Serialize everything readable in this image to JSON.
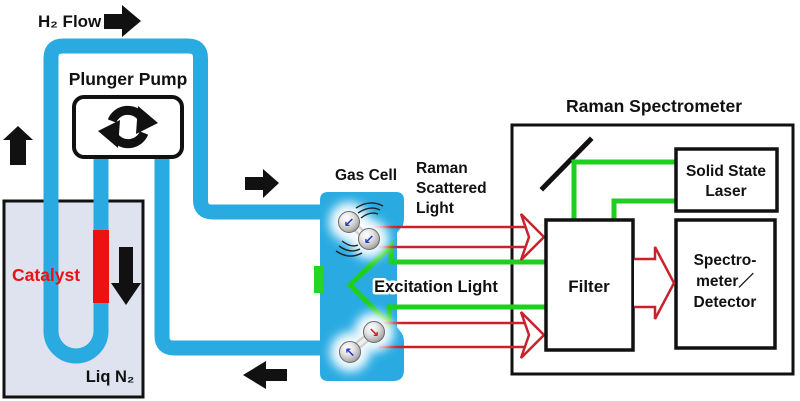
{
  "flow_loop": {
    "h2_flow_label": "H₂ Flow",
    "plunger_pump_label": "Plunger Pump",
    "catalyst_label": "Catalyst",
    "liq_n2_label": "Liq N₂"
  },
  "gas_cell": {
    "label": "Gas Cell",
    "raman_scattered_light_label": [
      "Raman",
      "Scattered",
      "Light"
    ],
    "excitation_light_label": "Excitation Light",
    "molecule_arrows": {
      "top": [
        "↙",
        "↙"
      ],
      "bottom": [
        "↘",
        "↖"
      ]
    }
  },
  "spectrometer": {
    "title": "Raman Spectrometer",
    "laser_label": [
      "Solid State",
      "Laser"
    ],
    "filter_label": "Filter",
    "detector_label": [
      "Spectro-",
      "meter／",
      "Detector"
    ]
  },
  "colors": {
    "tube_blue": "#29ABE2",
    "beam_green": "#1FCF1F",
    "scatter_red": "#C8232B",
    "catalyst_red": "#EE1111",
    "dewar_fill": "#DFE3EF",
    "arrow_black": "#111111"
  }
}
